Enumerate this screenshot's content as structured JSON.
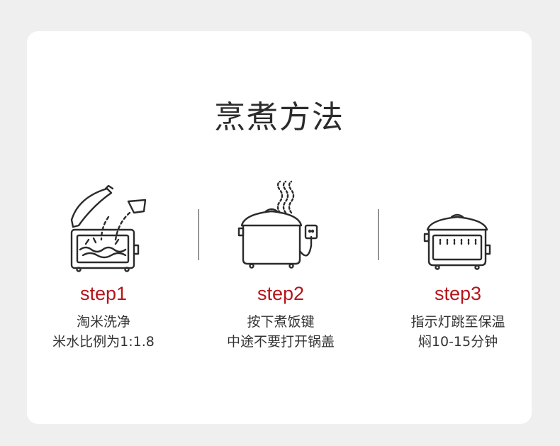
{
  "title": "烹煮方法",
  "colors": {
    "accent": "#b5151b",
    "text": "#333333",
    "background": "#efefef",
    "card": "#ffffff"
  },
  "steps": [
    {
      "label": "step1",
      "icon": "rice-cooker-washing-icon",
      "lines": [
        "淘米洗净",
        "米水比例为1:1.8"
      ]
    },
    {
      "label": "step2",
      "icon": "rice-cooker-plugged-icon",
      "lines": [
        "按下煮饭键",
        "中途不要打开锅盖"
      ]
    },
    {
      "label": "step3",
      "icon": "rice-cooker-steaming-icon",
      "lines": [
        "指示灯跳至保温",
        "焖10-15分钟"
      ]
    }
  ]
}
